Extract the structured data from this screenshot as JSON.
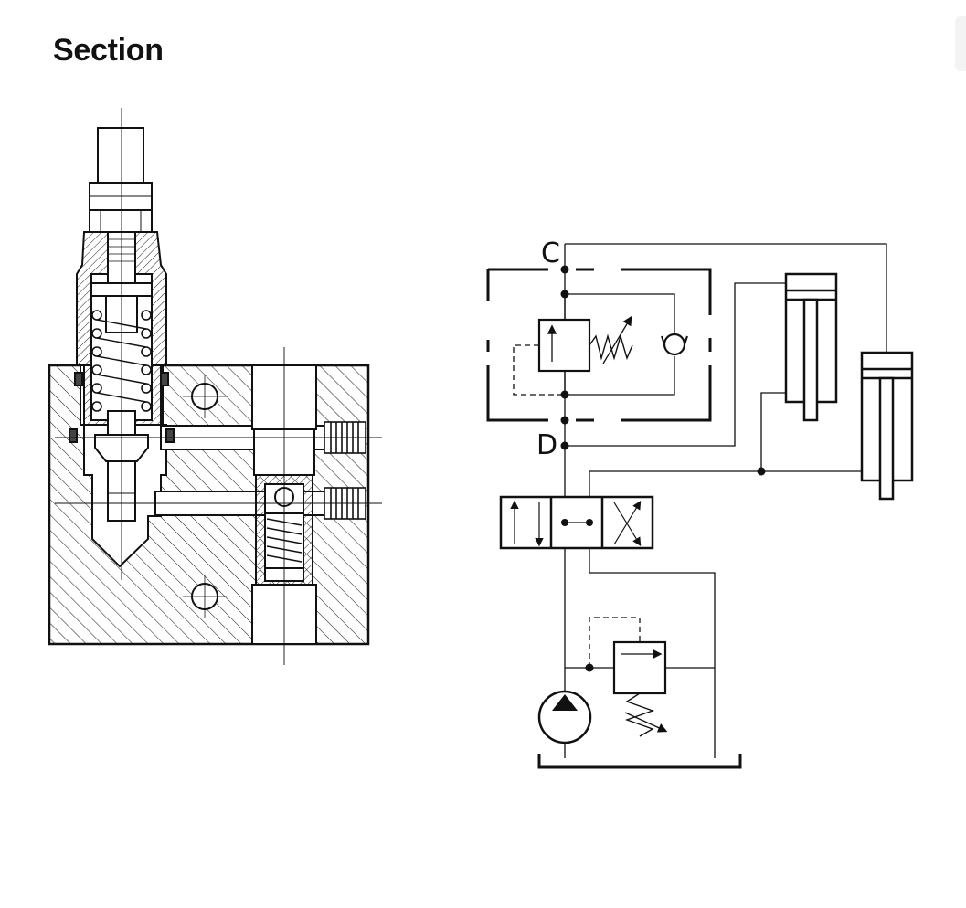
{
  "page": {
    "title": "Section"
  },
  "hydraulic_diagram": {
    "port_c_label": "C",
    "port_d_label": "D"
  },
  "colors": {
    "line": "#111111",
    "thin_line": "#333333",
    "background": "#ffffff"
  }
}
